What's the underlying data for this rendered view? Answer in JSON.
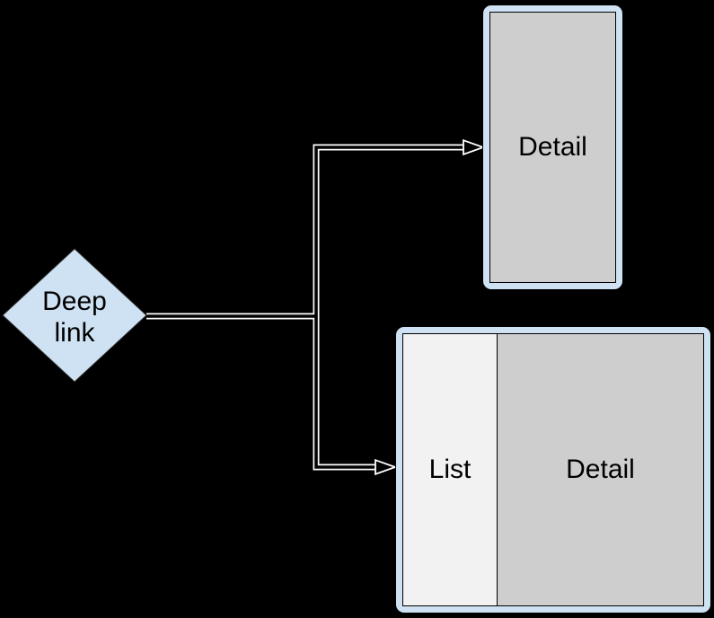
{
  "colors": {
    "canvas_bg": "#000000",
    "node_frame_blue": "#cfe2f3",
    "detail_gray": "#cecece",
    "list_gray": "#f2f2f2",
    "edge_white": "#ffffff",
    "text_black": "#000000"
  },
  "nodes": {
    "deep_link": {
      "label": "Deep link"
    },
    "detail_pane": {
      "label": "Detail"
    },
    "list_detail_pane": {
      "list_label": "List",
      "detail_label": "Detail"
    }
  }
}
